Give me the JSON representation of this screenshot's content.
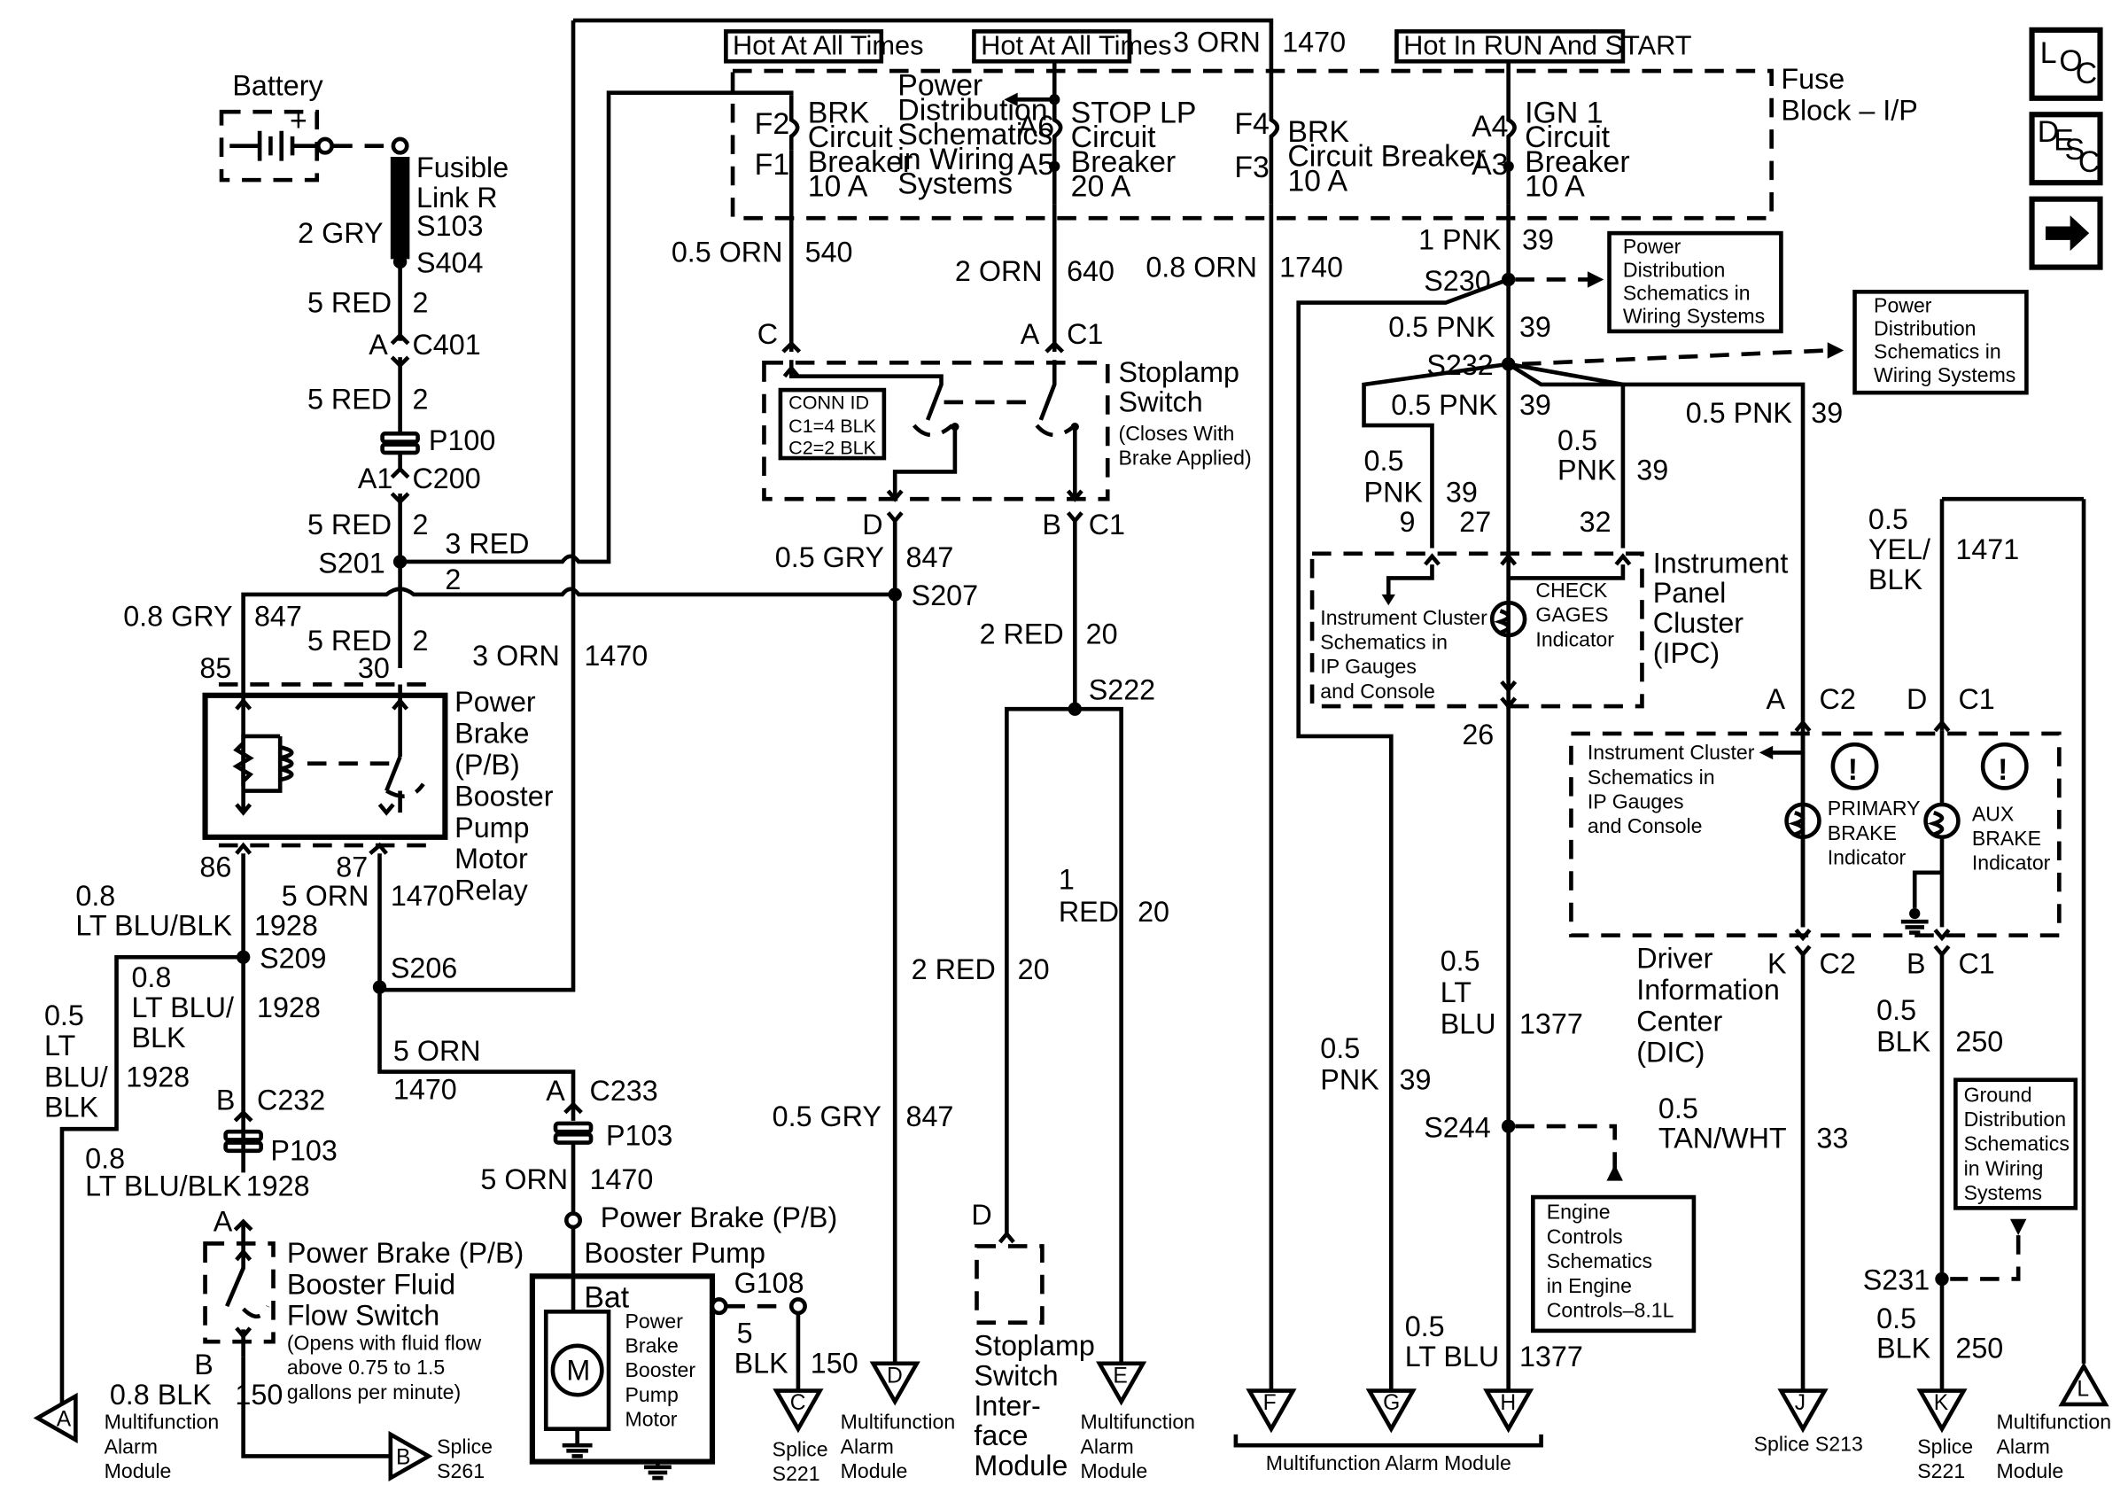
{
  "headers": {
    "hot_all_times_1": "Hot At All Times",
    "hot_all_times_2": "Hot At All Times",
    "hot_run_start": "Hot In RUN And START"
  },
  "nav": {
    "loc": "LOC",
    "desc": "DESC",
    "next": "→"
  },
  "fuse_block": {
    "title": [
      "Fuse",
      "Block – I/P"
    ],
    "brk_f2": [
      "BRK",
      "Circuit",
      "Breaker",
      "10 A"
    ],
    "f2": "F2",
    "f1": "F1",
    "stop_lp": [
      "STOP LP",
      "Circuit",
      "Breaker",
      "20 A"
    ],
    "a6": "A6",
    "a5": "A5",
    "brk_f4": [
      "BRK",
      "Circuit Breaker",
      "10 A"
    ],
    "f4": "F4",
    "f3": "F3",
    "ign1": [
      "IGN 1",
      "Circuit",
      "Breaker",
      "10 A"
    ],
    "a4": "A4",
    "a3": "A3",
    "pds_note": [
      "Power",
      "Distribution",
      "Schematics",
      "in Wiring",
      "Systems"
    ]
  },
  "battery": {
    "label": "Battery",
    "plus": "+"
  },
  "left_column": {
    "fusible": [
      "Fusible",
      "Link R"
    ],
    "s103": "S103",
    "gry2": "2 GRY",
    "s404": "S404",
    "red5_a": "5 RED",
    "n2_a": "2",
    "a": "A",
    "c401": "C401",
    "red5_b": "5 RED",
    "n2_b": "2",
    "p100": "P100",
    "a1": "A1",
    "c200": "C200",
    "red5_c": "5 RED",
    "n2_c": "2",
    "s201": "S201",
    "red3": "3 RED",
    "n2_d": "2",
    "gry08": "0.8 GRY",
    "n847": "847",
    "red5_d": "5 RED",
    "n2_e": "2",
    "orn3": "3 ORN",
    "n1470": "1470",
    "p85": "85",
    "p30": "30",
    "p86": "86",
    "p87": "87"
  },
  "relay": {
    "label": [
      "Power",
      "Brake",
      "(P/B)",
      "Booster",
      "Pump",
      "Motor",
      "Relay"
    ]
  },
  "lower_left": {
    "ltblu08_a": [
      "0.8",
      "LT BLU/BLK"
    ],
    "n1928_a": "1928",
    "orn5_a": "5 ORN",
    "n1470_a": "1470",
    "s209": "S209",
    "s206": "S206",
    "ltblu05": [
      "0.5",
      "LT",
      "BLU/",
      "BLK"
    ],
    "n1928_b": "1928",
    "ltblu08_b": [
      "0.8",
      "LT BLU/",
      "BLK"
    ],
    "n1928_c": "1928",
    "orn5_b": "5 ORN",
    "n1470_b": "1470",
    "b": "B",
    "c232": "C232",
    "p103_a": "P103",
    "ltblu08_c": [
      "0.8",
      "LT BLU/BLK"
    ],
    "n1928_d": "1928",
    "a_2": "A",
    "c233": "C233",
    "p103_b": "P103",
    "orn5_c": "5 ORN",
    "n1470_c": "1470",
    "a_3": "A",
    "flow_switch": [
      "Power Brake (P/B)",
      "Booster Fluid",
      "Flow Switch"
    ],
    "flow_note": [
      "(Opens with fluid flow",
      "above 0.75 to 1.5",
      "gallons per minute)"
    ],
    "b_2": "B",
    "blk08": "0.8 BLK",
    "n150_a": "150",
    "pump_title": [
      "Power Brake (P/B)",
      "Booster Pump"
    ],
    "bat": "Bat",
    "pump_motor": [
      "Power",
      "Brake",
      "Booster",
      "Pump",
      "Motor"
    ],
    "motor_m": "M",
    "g108": "G108",
    "blk5": [
      "5",
      "BLK"
    ],
    "n150_b": "150"
  },
  "center": {
    "orn05": "0.5 ORN",
    "n540": "540",
    "orn2": "2 ORN",
    "n640": "640",
    "c": "C",
    "a": "A",
    "c1": "C1",
    "stoplamp": [
      "Stoplamp",
      "Switch"
    ],
    "stoplamp_note": [
      "(Closes With",
      "Brake Applied)"
    ],
    "conn_id": [
      "CONN ID",
      "C1=4 BLK",
      "C2=2 BLK"
    ],
    "d": "D",
    "b": "B",
    "c1_b": "C1",
    "gry05": "0.5 GRY",
    "n847": "847",
    "s207": "S207",
    "red2_a": "2 RED",
    "n20_a": "20",
    "s222": "S222",
    "red1": [
      "1",
      "RED"
    ],
    "n20_b": "20",
    "red2_b": "2 RED",
    "n20_c": "20",
    "gry05_b": "0.5 GRY",
    "n847_b": "847",
    "d_2": "D",
    "interface": [
      "Stoplamp",
      "Switch",
      "Inter-",
      "face",
      "Module"
    ]
  },
  "right": {
    "orn3": "3 ORN",
    "n1470": "1470",
    "orn08": "0.8 ORN",
    "n1740": "1740",
    "pnk1": "1 PNK",
    "n39_a": "39",
    "s230": "S230",
    "pds1": [
      "Power",
      "Distribution",
      "Schematics in",
      "Wiring Systems"
    ],
    "pnk05_a": "0.5 PNK",
    "n39_b": "39",
    "s232": "S232",
    "pds2": [
      "Power",
      "Distribution",
      "Schematics in",
      "Wiring Systems"
    ],
    "pnk05_b": "0.5 PNK",
    "n39_c": "39",
    "pnk05_c": "0.5 PNK",
    "n39_d": "39",
    "pnk05_d": [
      "0.5",
      "PNK"
    ],
    "n39_e": "39",
    "pnk05_e": [
      "0.5",
      "PNK"
    ],
    "n39_f": "39",
    "p9": "9",
    "p27": "27",
    "p32": "32",
    "ipc": [
      "Instrument",
      "Panel",
      "Cluster",
      "(IPC)"
    ],
    "ic_note": [
      "Instrument Cluster",
      "Schematics in",
      "IP Gauges",
      "and Console"
    ],
    "check_gages": [
      "CHECK",
      "GAGES",
      "Indicator"
    ],
    "p26": "26",
    "yel": [
      "0.5",
      "YEL/",
      "BLK"
    ],
    "n1471": "1471",
    "a": "A",
    "c2": "C2",
    "d": "D",
    "c1": "C1",
    "ic_note2": [
      "Instrument Cluster",
      "Schematics in",
      "IP Gauges",
      "and Console"
    ],
    "primary": [
      "PRIMARY",
      "BRAKE",
      "Indicator"
    ],
    "aux": [
      "AUX",
      "BRAKE",
      "Indicator"
    ],
    "dic": [
      "Driver",
      "Information",
      "Center",
      "(DIC)"
    ],
    "k": "K",
    "c2_b": "C2",
    "b": "B",
    "c1_b": "C1",
    "ltblu05_a": [
      "0.5",
      "LT",
      "BLU"
    ],
    "n1377_a": "1377",
    "pnk05_f": [
      "0.5",
      "PNK"
    ],
    "n39_g": "39",
    "blk05_a": [
      "0.5",
      "BLK"
    ],
    "n250_a": "250",
    "tan": [
      "0.5",
      "TAN/WHT"
    ],
    "n33": "33",
    "s244": "S244",
    "engine": [
      "Engine",
      "Controls",
      "Schematics",
      "in Engine",
      "Controls–8.1L"
    ],
    "ground": [
      "Ground",
      "Distribution",
      "Schematics",
      "in Wiring",
      "Systems"
    ],
    "s231": "S231",
    "blk05_b": [
      "0.5",
      "BLK"
    ],
    "n250_b": "250",
    "ltblu05_b": [
      "0.5",
      "LT BLU"
    ],
    "n1377_b": "1377"
  },
  "terminals": {
    "a": "A",
    "b": "B",
    "c": "C",
    "d": "D",
    "e": "E",
    "f": "F",
    "g": "G",
    "h": "H",
    "j": "J",
    "k": "K",
    "l": "L"
  },
  "bottom": {
    "mam_a": [
      "Multifunction",
      "Alarm",
      "Module"
    ],
    "splice_b": [
      "Splice",
      "S261"
    ],
    "splice_c": [
      "Splice",
      "S221"
    ],
    "mam_d": [
      "Multifunction",
      "Alarm",
      "Module"
    ],
    "mam_e": [
      "Multifunction",
      "Alarm",
      "Module"
    ],
    "mam_fgh": "Multifunction Alarm Module",
    "splice_j": "Splice S213",
    "splice_k": [
      "Splice",
      "S221"
    ],
    "mam_l": [
      "Multifunction",
      "Alarm",
      "Module"
    ]
  }
}
